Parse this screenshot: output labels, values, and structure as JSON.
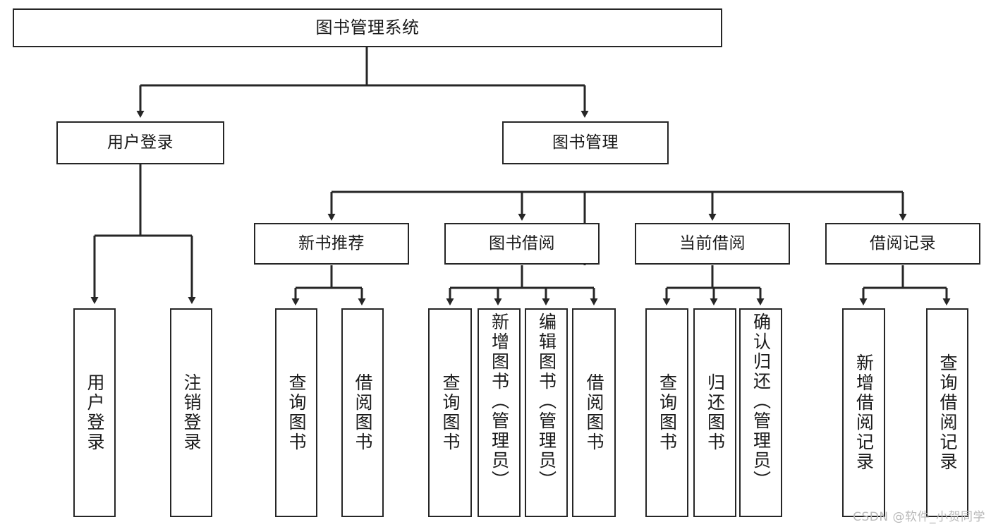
{
  "diagram": {
    "title": "图书管理系统",
    "watermark": "CSDN @软件_小贺同学",
    "line_color": "#262626",
    "box_border_color": "#262626",
    "box_fill_color": "#ffffff",
    "text_color": "#1a1a1a",
    "levels": {
      "root": {
        "label": "图书管理系统"
      },
      "level2": [
        {
          "id": "user-login",
          "label": "用户登录"
        },
        {
          "id": "book-manage",
          "label": "图书管理"
        }
      ],
      "level3": [
        {
          "id": "new-book-recommend",
          "label": "新书推荐"
        },
        {
          "id": "book-borrow",
          "label": "图书借阅"
        },
        {
          "id": "current-borrow",
          "label": "当前借阅"
        },
        {
          "id": "borrow-record",
          "label": "借阅记录"
        }
      ],
      "leaves": {
        "user-login": [
          {
            "id": "leaf-user-login",
            "label": "用户登录"
          },
          {
            "id": "leaf-logout-login",
            "label": "注销登录"
          }
        ],
        "new-book-recommend": [
          {
            "id": "leaf-query-book-1",
            "label": "查询图书"
          },
          {
            "id": "leaf-borrow-book-1",
            "label": "借阅图书"
          }
        ],
        "book-borrow": [
          {
            "id": "leaf-query-book-2",
            "label": "查询图书"
          },
          {
            "id": "leaf-add-book-admin",
            "label": "新增图书（管理员）"
          },
          {
            "id": "leaf-edit-book-admin",
            "label": "编辑图书（管理员）"
          },
          {
            "id": "leaf-borrow-book-2",
            "label": "借阅图书"
          }
        ],
        "current-borrow": [
          {
            "id": "leaf-query-book-3",
            "label": "查询图书"
          },
          {
            "id": "leaf-return-book",
            "label": "归还图书"
          },
          {
            "id": "leaf-confirm-return-admin",
            "label": "确认归还（管理员）"
          }
        ],
        "borrow-record": [
          {
            "id": "leaf-add-borrow-record",
            "label": "新增借阅记录"
          },
          {
            "id": "leaf-query-borrow-record",
            "label": "查询借阅记录"
          }
        ]
      }
    }
  }
}
